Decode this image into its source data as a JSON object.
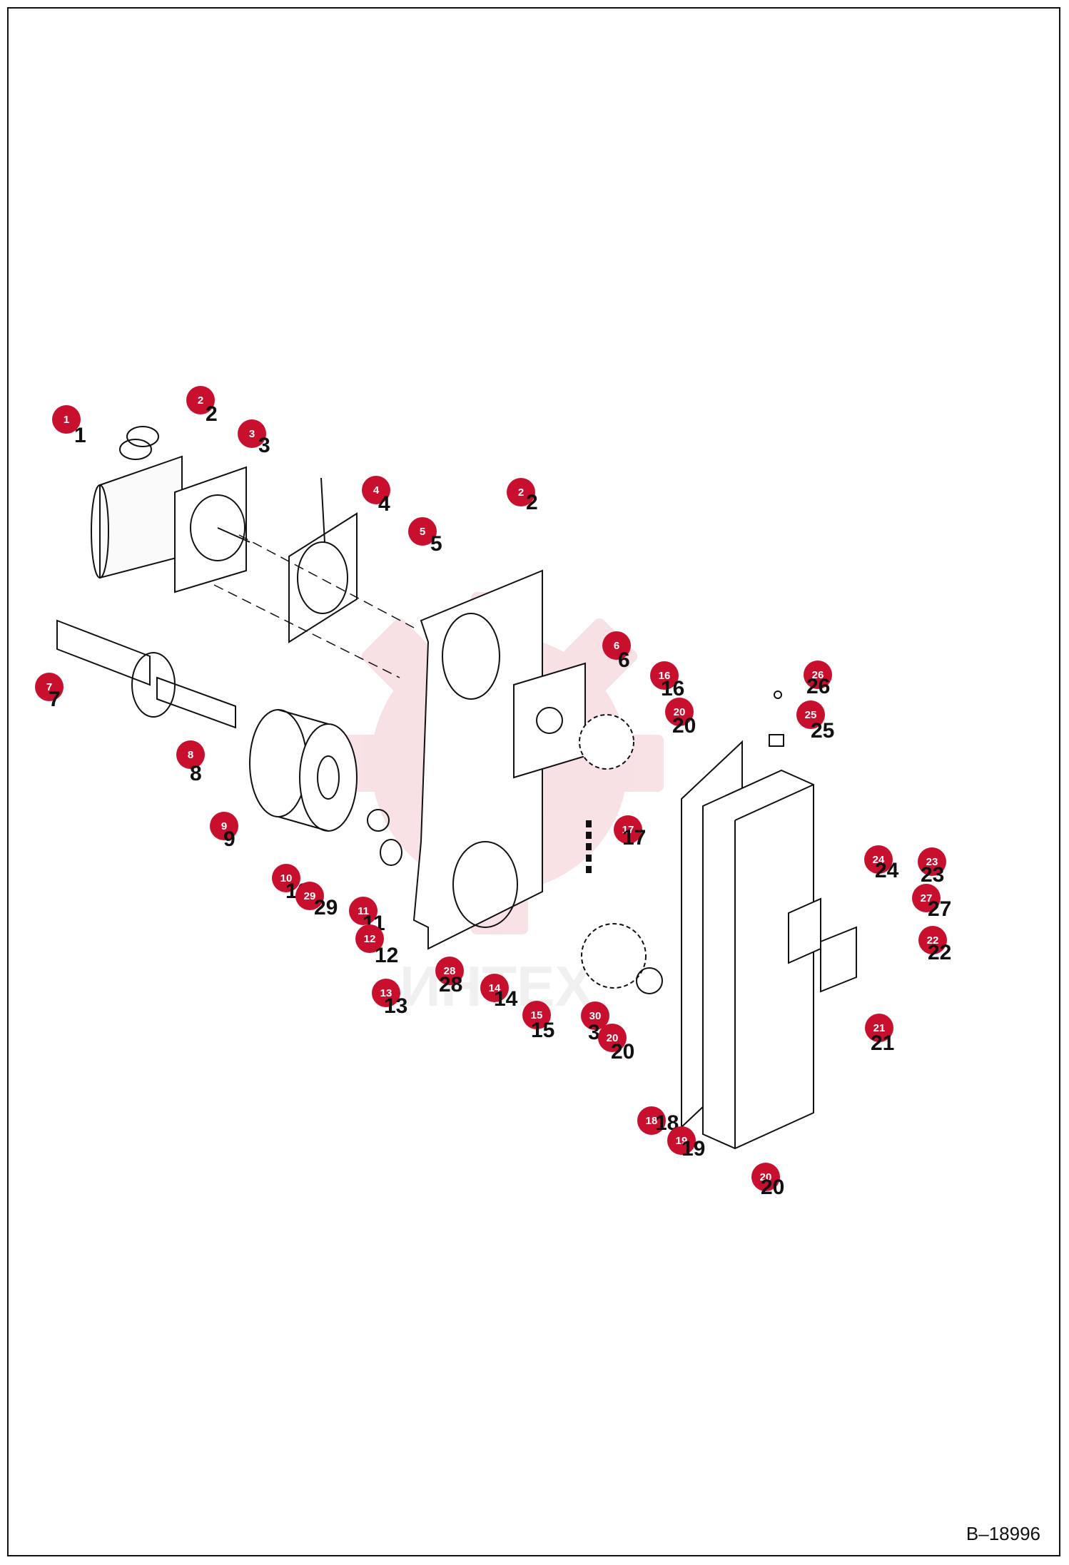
{
  "drawing_id": "B–18996",
  "watermark_text": "ИНТЕХ",
  "accent_color": "#c8102e",
  "callouts": [
    {
      "n": "1",
      "label": "1"
    },
    {
      "n": "2",
      "label": "2"
    },
    {
      "n": "3",
      "label": "3"
    },
    {
      "n": "4",
      "label": "4"
    },
    {
      "n": "2",
      "label": "2"
    },
    {
      "n": "5",
      "label": "5"
    },
    {
      "n": "6",
      "label": "6"
    },
    {
      "n": "16",
      "label": "16"
    },
    {
      "n": "20",
      "label": "20"
    },
    {
      "n": "26",
      "label": "26"
    },
    {
      "n": "25",
      "label": "25"
    },
    {
      "n": "7",
      "label": "7"
    },
    {
      "n": "8",
      "label": "8"
    },
    {
      "n": "9",
      "label": "9"
    },
    {
      "n": "10",
      "label": "10"
    },
    {
      "n": "29",
      "label": "29"
    },
    {
      "n": "17",
      "label": "17"
    },
    {
      "n": "24",
      "label": "24"
    },
    {
      "n": "23",
      "label": "23"
    },
    {
      "n": "27",
      "label": "27"
    },
    {
      "n": "22",
      "label": "22"
    },
    {
      "n": "11",
      "label": "11"
    },
    {
      "n": "12",
      "label": "12"
    },
    {
      "n": "28",
      "label": "28"
    },
    {
      "n": "13",
      "label": "13"
    },
    {
      "n": "14",
      "label": "14"
    },
    {
      "n": "15",
      "label": "15"
    },
    {
      "n": "30",
      "label": "3"
    },
    {
      "n": "20",
      "label": "20"
    },
    {
      "n": "21",
      "label": "21"
    },
    {
      "n": "18",
      "label": "18"
    },
    {
      "n": "19",
      "label": "19"
    },
    {
      "n": "20",
      "label": "20"
    }
  ]
}
